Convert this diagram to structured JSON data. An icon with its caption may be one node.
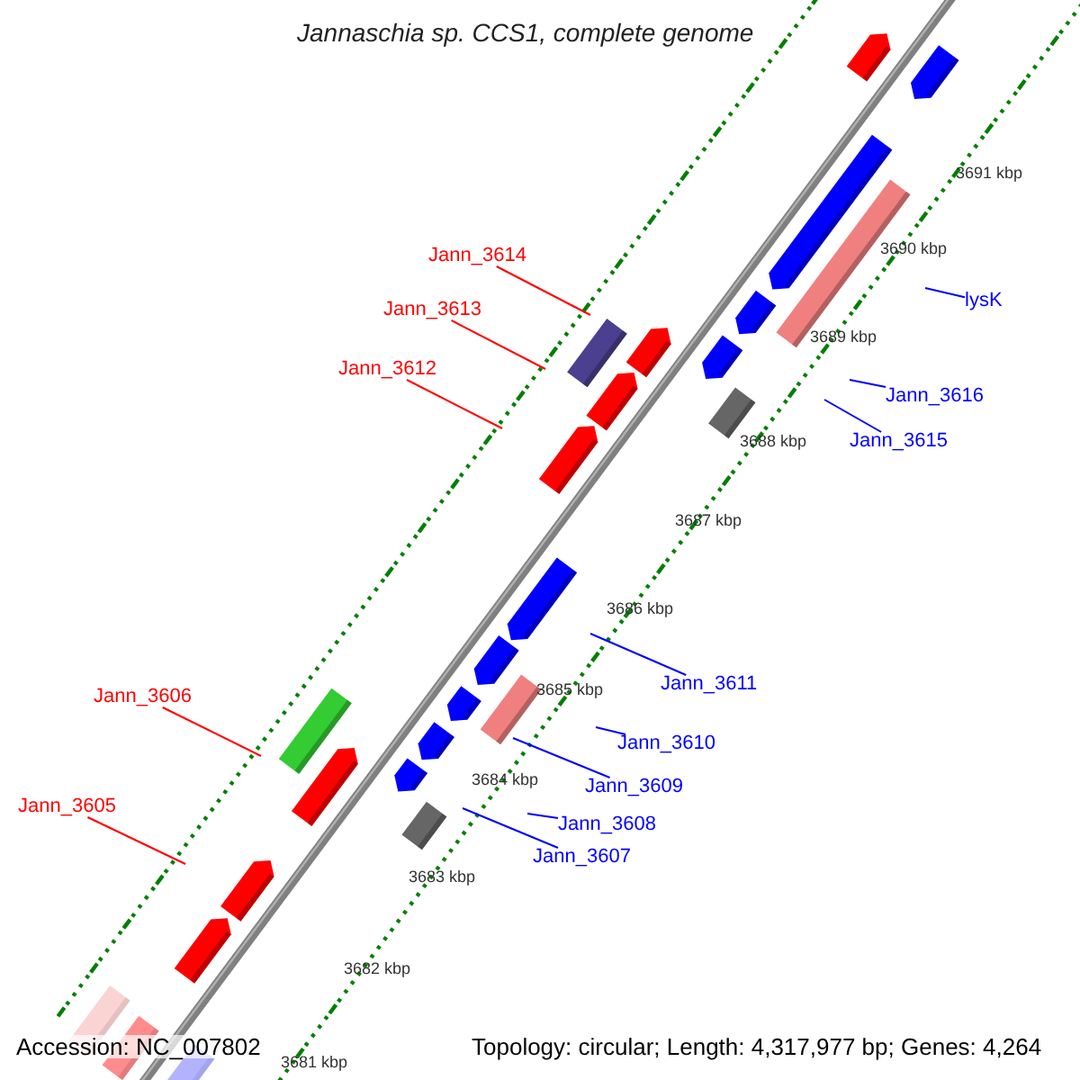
{
  "diagram": {
    "title": "Jannaschia sp. CCS1, complete genome",
    "nodes": [
      {
        "text": [
          "Jann_3614"
        ]
      },
      {
        "text": [
          "lysK"
        ]
      },
      {
        "text": [
          "Jann_3613"
        ]
      },
      {
        "text": [
          "Jann_3612"
        ]
      },
      {
        "text": [
          "Jann_3616"
        ]
      },
      {
        "text": [
          "Jann_3615"
        ]
      },
      {
        "text": [
          "Jann_3611"
        ]
      },
      {
        "text": [
          "Jann_3606"
        ]
      },
      {
        "text": [
          "Jann_3610"
        ]
      },
      {
        "text": [
          "Jann_3609"
        ]
      },
      {
        "text": [
          "Jann_3605"
        ]
      },
      {
        "text": [
          "Jann_3608"
        ]
      },
      {
        "text": [
          "Jann_3607"
        ]
      }
    ],
    "edges": [
      {
        "from": 0,
        "to": null,
        "arrow": "none",
        "color": "#ff0000"
      },
      {
        "from": 1,
        "to": null,
        "arrow": "none"
      },
      {
        "from": 2,
        "to": null,
        "arrow": "none",
        "color": "#ff0000"
      },
      {
        "from": 3,
        "to": null,
        "arrow": "none",
        "color": "#ff0000"
      },
      {
        "from": 4,
        "to": null,
        "arrow": "none"
      },
      {
        "from": 5,
        "to": null,
        "arrow": "none"
      },
      {
        "from": 6,
        "to": null,
        "arrow": "none"
      },
      {
        "from": 7,
        "to": null,
        "arrow": "none",
        "color": "#ff0000"
      },
      {
        "from": 8,
        "to": null,
        "arrow": "none"
      },
      {
        "from": 9,
        "to": null,
        "arrow": "none"
      },
      {
        "from": 10,
        "to": null,
        "arrow": "none",
        "color": "#ff0000"
      },
      {
        "from": 11,
        "to": null,
        "arrow": "none"
      },
      {
        "from": 12,
        "to": null,
        "arrow": "none"
      }
    ],
    "labels": [
      "3691 kbp",
      "3690 kbp",
      "3689 kbp",
      "3688 kbp",
      "3687 kbp",
      "3686 kbp",
      "3685 kbp",
      "3684 kbp",
      "3683 kbp",
      "3682 kbp",
      "Accession: NC_007802",
      "Topology: circular; Length: 4,317,977 bp; Genes: 4,264",
      "3681 kbp"
    ]
  }
}
